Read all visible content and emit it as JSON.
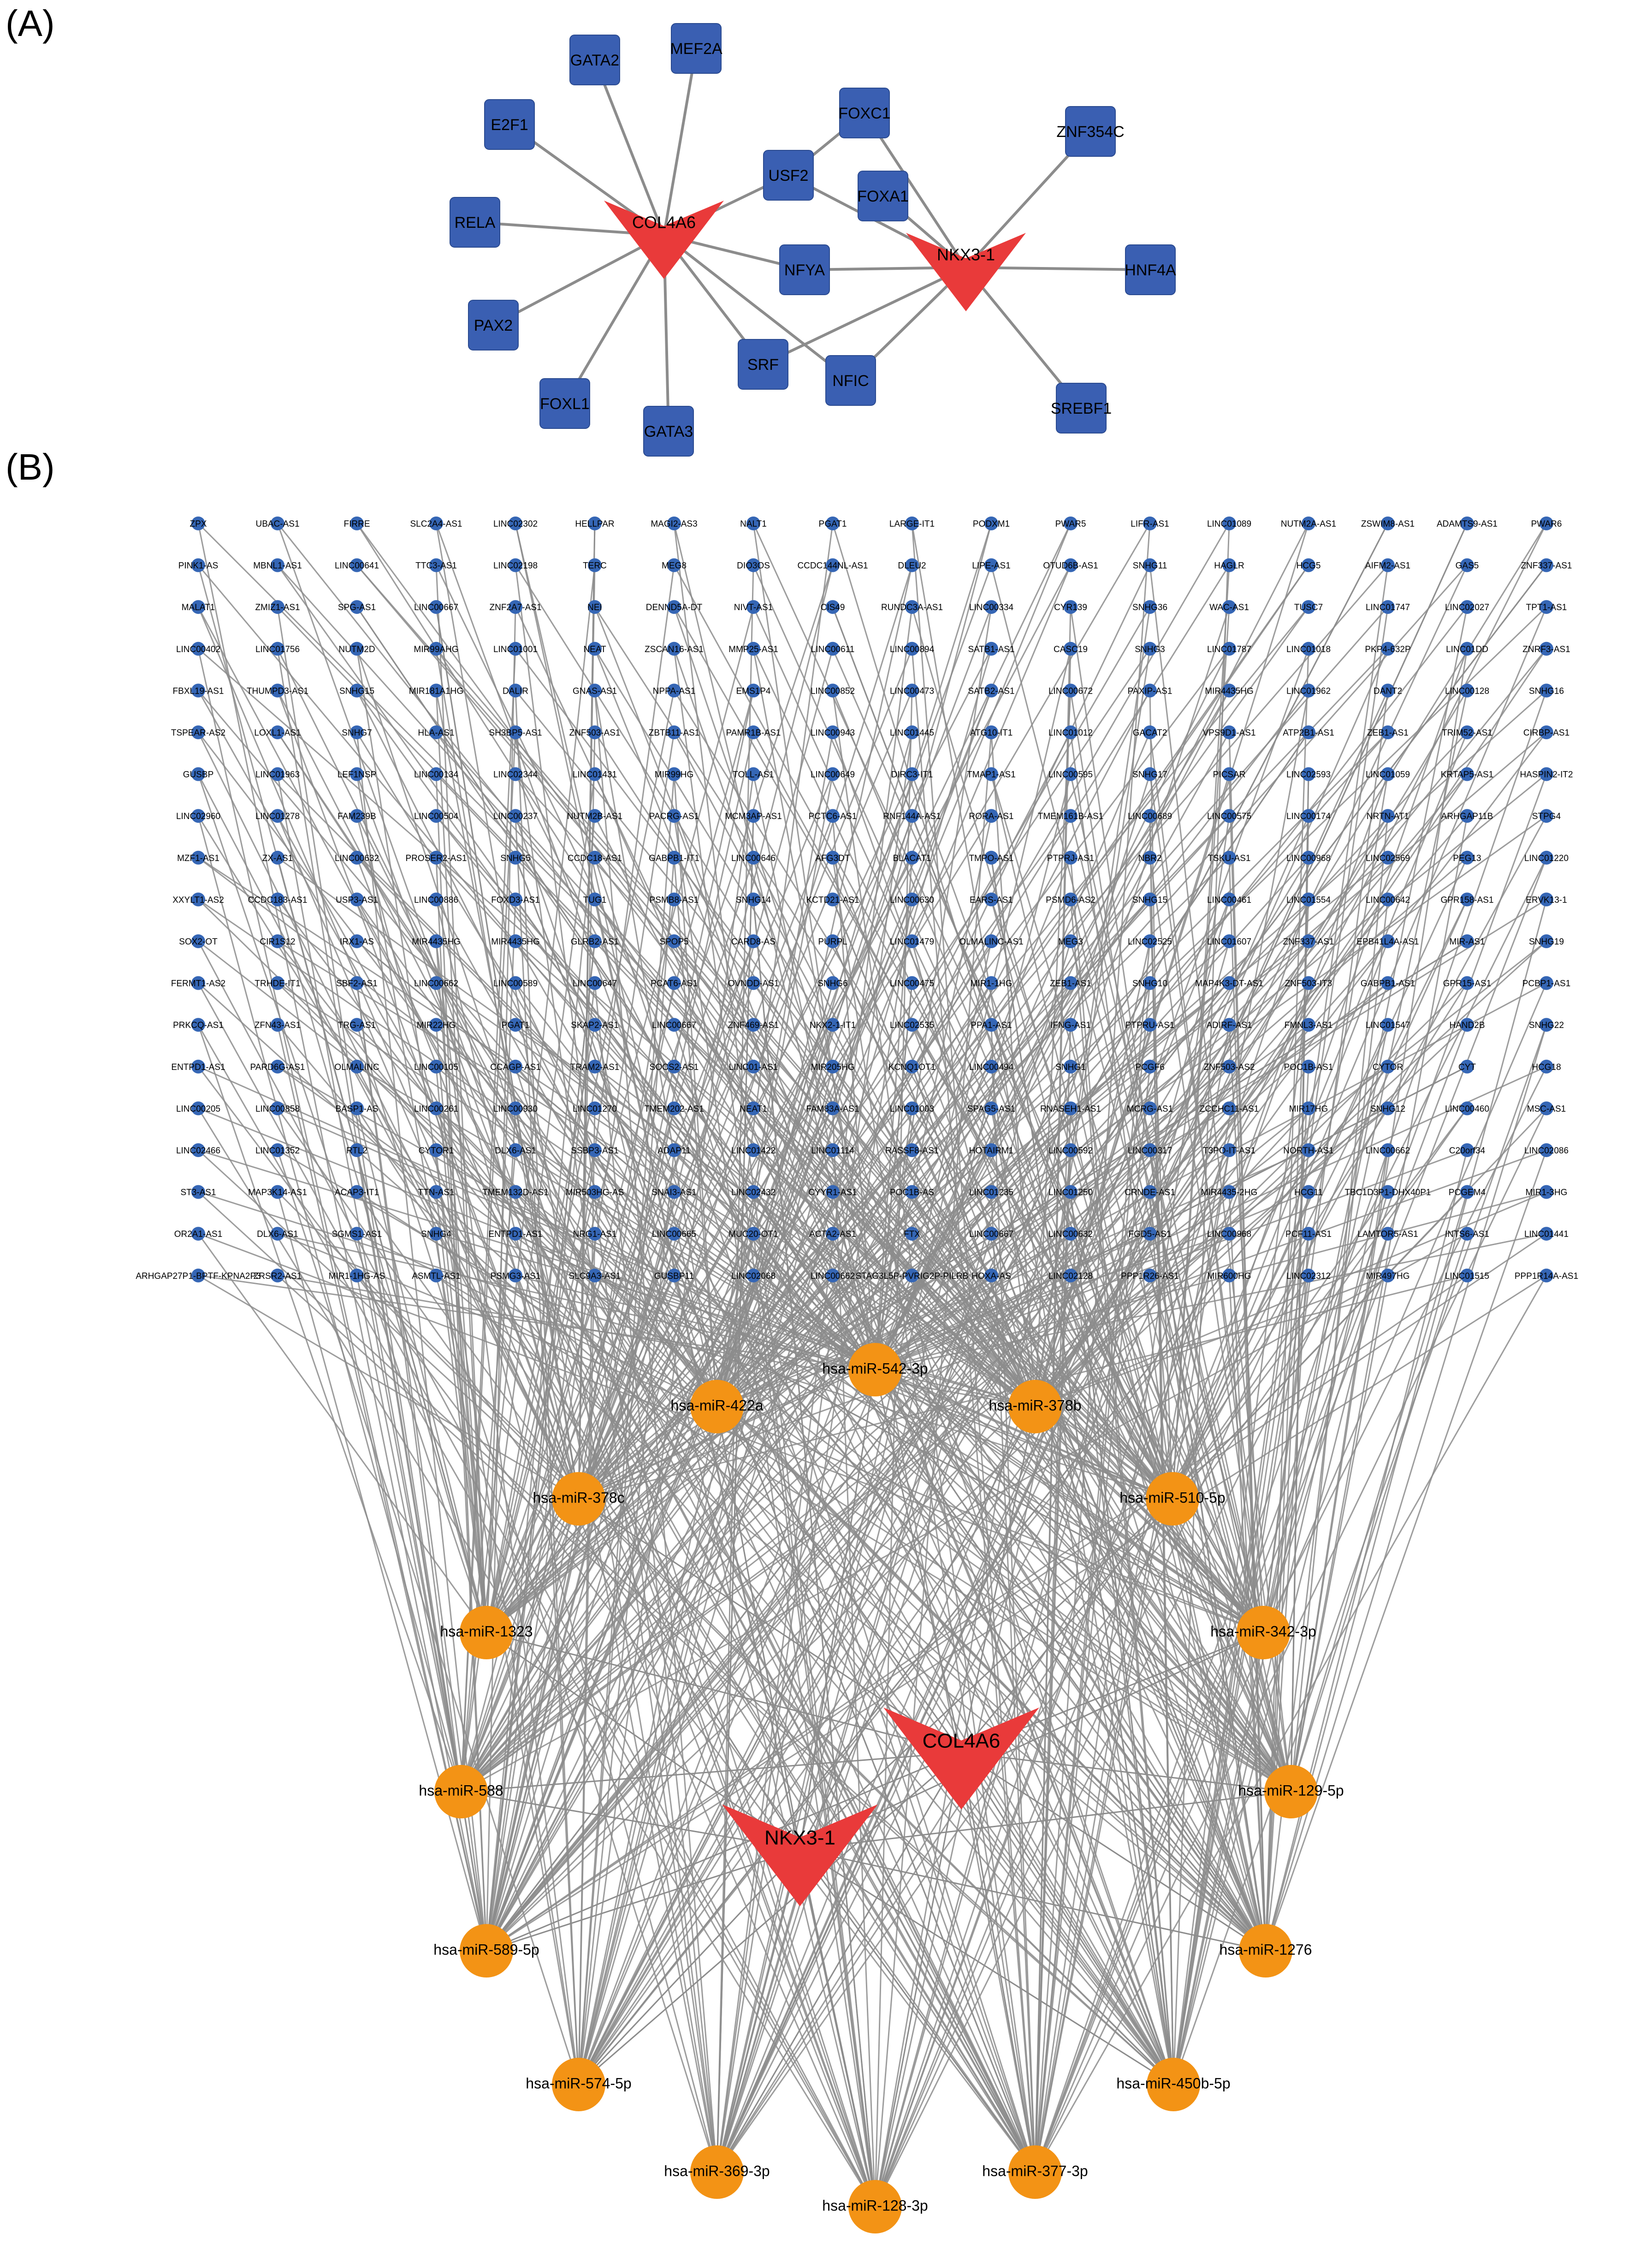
{
  "panels": {
    "a": "(A)",
    "b": "(B)"
  },
  "colors": {
    "tf": "#3a5fb2",
    "target": "#e93a3a",
    "mirna": "#f39315",
    "lnc": "#3566b5",
    "edge": "#8c8c8c"
  },
  "panel_a": {
    "targets": [
      "COL4A6",
      "NKX3-1"
    ],
    "tfs": [
      "GATA2",
      "MEF2A",
      "E2F1",
      "FOXC1",
      "ZNF354C",
      "USF2",
      "FOXA1",
      "RELA",
      "NFYA",
      "HNF4A",
      "PAX2",
      "SRF",
      "NFIC",
      "FOXL1",
      "GATA3",
      "SREBF1"
    ],
    "edges": [
      [
        "COL4A6",
        "GATA2"
      ],
      [
        "COL4A6",
        "MEF2A"
      ],
      [
        "COL4A6",
        "E2F1"
      ],
      [
        "COL4A6",
        "RELA"
      ],
      [
        "COL4A6",
        "PAX2"
      ],
      [
        "COL4A6",
        "FOXL1"
      ],
      [
        "COL4A6",
        "GATA3"
      ],
      [
        "COL4A6",
        "SRF"
      ],
      [
        "COL4A6",
        "NFIC"
      ],
      [
        "COL4A6",
        "NFYA"
      ],
      [
        "COL4A6",
        "USF2"
      ],
      [
        "USF2",
        "FOXC1"
      ],
      [
        "NKX3-1",
        "FOXC1"
      ],
      [
        "NKX3-1",
        "USF2"
      ],
      [
        "NKX3-1",
        "FOXA1"
      ],
      [
        "NKX3-1",
        "NFYA"
      ],
      [
        "NKX3-1",
        "ZNF354C"
      ],
      [
        "NKX3-1",
        "HNF4A"
      ],
      [
        "NKX3-1",
        "SREBF1"
      ],
      [
        "NKX3-1",
        "SRF"
      ],
      [
        "NKX3-1",
        "NFIC"
      ]
    ]
  },
  "panel_b": {
    "lnc_grid": [
      [
        "ZPX",
        "UBAC-AS1",
        "FIRRE",
        "SLC2A4-AS1",
        "LINC02302",
        "HELLPAR",
        "MAGI2-AS3",
        "NALT1",
        "PGAT1",
        "LARGE-IT1",
        "PODXM1",
        "PWAR5",
        "LIFR-AS1",
        "LINC01089",
        "NUTM2A-AS1",
        "ZSWIM8-AS1",
        "ADAMTS9-AS1",
        "PWAR6"
      ],
      [
        "PINK1-AS",
        "MBNL1-AS1",
        "LINC00641",
        "TTC3-AS1",
        "LINC02198",
        "TERC",
        "MEG8",
        "DIO3OS",
        "CCDC144NL-AS1",
        "DLEU2",
        "LIPE-AS1",
        "OTUD6B-AS1",
        "SNHG11",
        "HAGLR",
        "HCG5",
        "AIFM2-AS1",
        "GAS5",
        "ZNF337-AS1"
      ],
      [
        "MALAT1",
        "ZMIZ1-AS1",
        "SPG-AS1",
        "LINC00667",
        "ZNF2A7-AS1",
        "NEI",
        "DENND5A-DT",
        "NIVT-AS1",
        "CIS49",
        "RUNDC3A-AS1",
        "LINC00334",
        "CYR139",
        "SNHG36",
        "WAC-AS1",
        "TUSC7",
        "LINC01747",
        "LINC02027",
        "TPT1-AS1"
      ],
      [
        "LINC00402",
        "LINC01756",
        "NUTM2D",
        "MIR99AHG",
        "LINC01001",
        "NEAT",
        "ZSCAN16-AS1",
        "MMP25-AS1",
        "LINC00611",
        "LINC00894",
        "SATB1-AS1",
        "CASC19",
        "SNHG3",
        "LINC01787",
        "LINC01018",
        "PKP4-632P",
        "LINC01DD",
        "ZNRF3-AS1"
      ],
      [
        "FBXL19-AS1",
        "THUMPD3-AS1",
        "SNHG15",
        "MIR181A1HG",
        "DALIR",
        "GNAS-AS1",
        "NPPA-AS1",
        "EMS1P4",
        "LINC00852",
        "LINC00473",
        "SATB2-AS1",
        "LINC00672",
        "PAXIP-AS1",
        "MIR4435HG",
        "LINC01962",
        "DANT2",
        "LINC00128",
        "SNHG16"
      ],
      [
        "TSPEAR-AS2",
        "LOXL1-AS1",
        "SNHG7",
        "HLA-AS1",
        "SH3BP5-AS1",
        "ZNF503-AS1",
        "ZBTB11-AS1",
        "PAMR1B-AS1",
        "LINC00943",
        "LINC01445",
        "ATG10-IT1",
        "LINC01012",
        "GACAT2",
        "VPS9D1-AS1",
        "ATP2B1-AS1",
        "ZEB1-AS1",
        "TRIM52-AS1",
        "CIRBP-AS1"
      ],
      [
        "GUSBP",
        "LINC01963",
        "LEF1NSP",
        "LINC00134",
        "LINC02344",
        "LINC01431",
        "MIR99HG",
        "TOLL-AS1",
        "LINC00649",
        "DIRC3-IT1",
        "TMAP1-AS1",
        "LINC00595",
        "SNHG17",
        "PICSAR",
        "LINC02593",
        "LINC01059",
        "KRTAP5-AS1",
        "HASPIN2-IT2"
      ],
      [
        "LINC02960",
        "LINC01278",
        "FAM239B",
        "LINC00504",
        "LINC00237",
        "NUTM2B-AS1",
        "PACRG-AS1",
        "MCM3AP-AS1",
        "PCTC6-AS1",
        "RNF144A-AS1",
        "RORA-AS1",
        "TMEM161B-AS1",
        "LINC00689",
        "LINC00575",
        "LINC00174",
        "NRTN-AT1",
        "ARHGAP11B",
        "STPG4"
      ],
      [
        "MZF1-AS1",
        "ZX-AS1",
        "LINC00632",
        "PROSER2-AS1",
        "SNHG5",
        "CCDC18-AS1",
        "GABPB1-IT1",
        "LINC00646",
        "AFG3DT",
        "BLACAT1",
        "TMPO-AS1",
        "PTPRJ-AS1",
        "NBR2",
        "TSKU-AS1",
        "LINC00968",
        "LINC02569",
        "PEG13",
        "LINC01220"
      ],
      [
        "XXYLT1-AS2",
        "CCDC183-AS1",
        "USP3-AS1",
        "LINC00886",
        "FOXD3-AS1",
        "TUG1",
        "PSMB8-AS1",
        "SNHG14",
        "KCTD21-AS1",
        "LINC00630",
        "EARS-AS1",
        "PSMD6-AS2",
        "SNHG15",
        "LINC00461",
        "LINC01554",
        "LINC00642",
        "GPR158-AS1",
        "ERVK13-1"
      ],
      [
        "SOX2-OT",
        "CIR1S12",
        "IRX1-AS",
        "MIR4435HG",
        "MIR4435HG",
        "GLRB2-AS1",
        "SPOP5",
        "CARD8-AS",
        "PURPL",
        "LINC01479",
        "OLMALINC-AS1",
        "MEG3",
        "LINC02525",
        "LINC01607",
        "ZNF337-AS1",
        "EPB41L4A-AS1",
        "MIR-AS1",
        "SNHG19"
      ],
      [
        "FERMT1-AS2",
        "TRHDE-IT1",
        "SBF2-AS1",
        "LINC00662",
        "LINC00589",
        "LINC00647",
        "PCAT6-AS1",
        "OVNDD-AS1",
        "SNHG6",
        "LINC00475",
        "MIR1-1HG",
        "ZEB1-AS1",
        "SNHG10",
        "MAP4K3-DT-AS1",
        "ZNF503-IT3",
        "GABPB1-AS1",
        "GPR15-AS1",
        "PCBP1-AS1"
      ],
      [
        "PRKCQ-AS1",
        "ZFN43-AS1",
        "TRG-AS1",
        "MIR22HG",
        "PGAT1",
        "SKAP2-AS1",
        "LINC00667",
        "ZNF469-AS1",
        "NKX2-1-IT1",
        "LINC02535",
        "PPA1-AS1",
        "IFNG-AS1",
        "PTPRU-AS1",
        "ADIRF-AS1",
        "FMNL3-AS1",
        "LINC01547",
        "HAND2B",
        "SNHG22"
      ],
      [
        "ENTPD1-AS1",
        "PARD6G-AS1",
        "OLMALINC",
        "LINC00105",
        "CCAGP-AS1",
        "TRAM2-AS1",
        "SOCS2-AS1",
        "LINC01-AS1",
        "MIR205HG",
        "KCNQ1OT1",
        "LINC00494",
        "SNHG1",
        "PCGF6",
        "ZNF503-AS2",
        "POC1B-AS1",
        "CYTOR",
        "CYT",
        "HCG18"
      ],
      [
        "LINC00205",
        "LINC00858",
        "BASP1-AS",
        "LINC00261",
        "LINC00930",
        "LINC01270",
        "TMEM202-AS1",
        "NEAT1",
        "FAM83A-AS1",
        "LINC01003",
        "SPAG5-AS1",
        "RNASEH1-AS1",
        "MCRG-AS1",
        "ZCCHC11-AS1",
        "MIR17HG",
        "SNHG12",
        "LINC00460",
        "MSC-AS1"
      ],
      [
        "LINC02466",
        "LINC01352",
        "RTL2",
        "CYTOR1",
        "DLX6-AS1",
        "SSBP3-AS1",
        "ADAP11",
        "LINC01422",
        "LINC01114",
        "RASSF8-AS1",
        "HOTAIRM1",
        "LINC00592",
        "LINC00317",
        "T3PO-IT-AS1",
        "NORTH-AS1",
        "LINC00662",
        "C20orf34",
        "LINC02086"
      ],
      [
        "ST3-AS1",
        "MAP3K14-AS1",
        "ACAP3-IT1",
        "TTN-AS1",
        "TMEM132D-AS1",
        "MIR503HG-AS",
        "SNAI3-AS1",
        "LINC02432",
        "CYYR1-AS1",
        "POC1B-AS",
        "LINC01235",
        "LINC01250",
        "CRNDE-AS1",
        "MIR4435-2HG",
        "HCG11",
        "TBC1D3P1-DHX40P1",
        "PCGEM4",
        "MIR1-3HG"
      ],
      [
        "OR2A1-AS1",
        "DLX6-AS1",
        "SGMS1-AS1",
        "SNHG4",
        "ENTPD1-AS1",
        "NRG1-AS1",
        "LINC00665",
        "MUC20-OT1",
        "ACTA2-AS1",
        "FTX",
        "LINC00667",
        "LINC00632",
        "FGD5-AS1",
        "LINC00968",
        "PCF11-AS1",
        "LAMTOR5-AS1",
        "INTS6-AS1",
        "LINC01441"
      ],
      [
        "ARHGAP27P1-BPTF-KPNA2P3",
        "ZRSR2-AS1",
        "MIR1-1HG-AS",
        "ASMTL-AS1",
        "PSMG3-AS1",
        "SLC9A3-AS1",
        "GUSBP11",
        "LINC02068",
        "LINC00662",
        "STAG3L5P-PVRIG2P-PILRB",
        "HOXA-AS",
        "LINC02128",
        "PPP1R26-AS1",
        "MIR600HG",
        "LINC02312",
        "MIR497HG",
        "LINC01515",
        "PPP1R14A-AS1"
      ]
    ],
    "mirnas": [
      "hsa-miR-542-3p",
      "hsa-miR-422a",
      "hsa-miR-378b",
      "hsa-miR-378c",
      "hsa-miR-510-5p",
      "hsa-miR-1323",
      "hsa-miR-342-3p",
      "hsa-miR-588",
      "hsa-miR-129-5p",
      "hsa-miR-589-5p",
      "hsa-miR-1276",
      "hsa-miR-574-5p",
      "hsa-miR-450b-5p",
      "hsa-miR-369-3p",
      "hsa-miR-377-3p",
      "hsa-miR-128-3p"
    ],
    "targets": [
      "COL4A6",
      "NKX3-1"
    ]
  }
}
